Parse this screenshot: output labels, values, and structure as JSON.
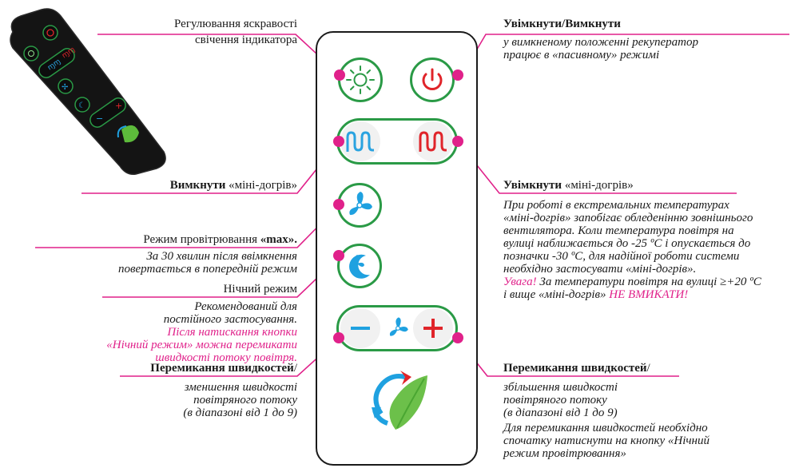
{
  "colors": {
    "accent": "#e0218a",
    "button_ring": "#2a9a46",
    "fan_blue": "#1fa1e0",
    "heater_red": "#e0242a",
    "heater_blue": "#2aa3e0"
  },
  "icons": [
    "brightness-icon",
    "power-icon",
    "heater-off-icon",
    "heater-on-icon",
    "fan-max-icon",
    "night-mode-icon",
    "minus-icon",
    "fan-icon",
    "plus-icon",
    "brand-logo-icon"
  ],
  "labels": {
    "brightness": {
      "line1": "Регулювання яскравості",
      "line2": "свічення індикатора"
    },
    "power": {
      "title": "Увімкнути/Вимкнути",
      "desc1": "у вимкненому положенні рекуператор",
      "desc2": "працює в «пасивному» режимі"
    },
    "heater_off": {
      "bold": "Вимкнути",
      "rest": " «міні-догрів»"
    },
    "heater_on": {
      "title_bold": "Увімкнути",
      "title_rest": " «міні-догрів»",
      "desc": [
        "При роботі в екстремальних температурах",
        "«міні-догрів» запобігає обледенінню зовнішнього",
        "вентилятора. Коли температура повітря на",
        "вулиці наближається до -25 ºС і опускається до",
        "позначки -30 ºС, для  надійної роботи системи",
        "необхідно застосувати «міні-догрів»."
      ],
      "warn_label": "Увага!",
      "warn_text1": " За температури повітря на вулиці ≥+20 ºС",
      "warn_text2": "і вище «міні-догрів» ",
      "warn_emph": "НЕ ВМИКАТИ!"
    },
    "fan_max": {
      "title_normal": "Режим провітрювання ",
      "title_bold": "«max».",
      "desc1": "За 30 хвилин після ввімкнення",
      "desc2": "повертається в попередній режим"
    },
    "night": {
      "title": "Нічний режим",
      "desc1": "Рекомендований для",
      "desc2": "постійного застосування.",
      "pink1": "Після натискання кнопки",
      "pink2": "«Нічний режим» можна перемикати",
      "pink3": "швидкості потоку повітря."
    },
    "speed_down": {
      "title_bold": "Перемикання швидкостей",
      "title_rest": "/",
      "desc1": "зменшення швидкості",
      "desc2": "повітряного потоку",
      "desc3": "(в діапазоні від 1 до 9)"
    },
    "speed_up": {
      "title_bold": "Перемикання швидкостей",
      "title_rest": "/",
      "desc1": "збільшення швидкості",
      "desc2": "повітряного потоку",
      "desc3": "(в діапазоні від 1 до 9)",
      "note1": "Для перемикання швидкостей необхідно",
      "note2": "спочатку натиснути на кнопку  «Нічний",
      "note3": "режим провітрювання»"
    }
  }
}
